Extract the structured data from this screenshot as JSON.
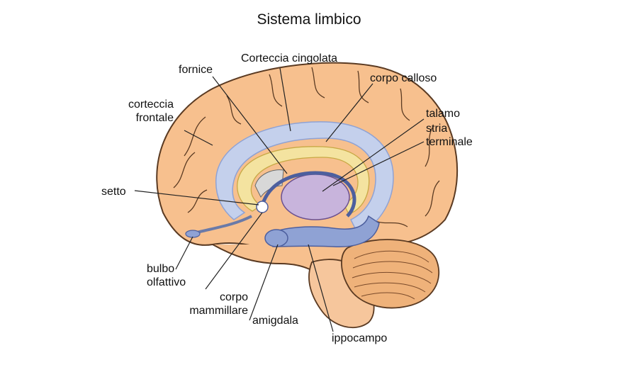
{
  "title": "Sistema limbico",
  "labels": {
    "corteccia_cingolata": "Corteccia cingolata",
    "fornice": "fornice",
    "corpo_calloso": "corpo calloso",
    "corteccia_frontale": "corteccia\nfrontale",
    "talamo": "talamo",
    "stria_terminale": "stria\nterminale",
    "setto": "setto",
    "bulbo_olfattivo": "bulbo\nolfattivo",
    "corpo_mammillare": "corpo\nmammillare",
    "amigdala": "amigdala",
    "ippocampo": "ippocampo"
  },
  "colors": {
    "cortex": "#f7c08e",
    "cortex_outline": "#5a3a22",
    "cingulate_band": "#c4d0ec",
    "corpus_callosum": "#f4e3a0",
    "thalamus": "#c8b4dc",
    "limbic_blue": "#8fa2d4",
    "cerebellum": "#efb27a",
    "brainstem": "#f6c69c"
  }
}
